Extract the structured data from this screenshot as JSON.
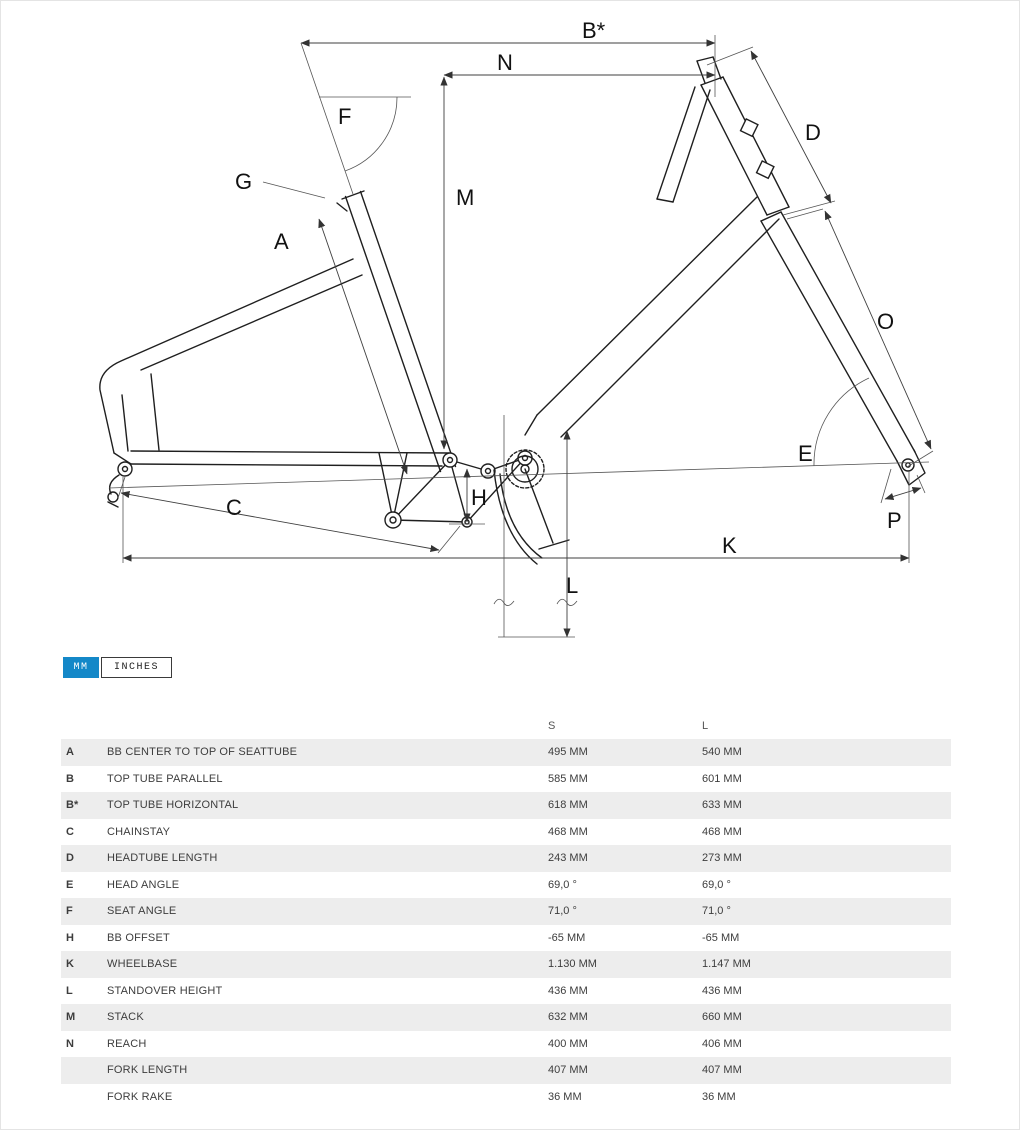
{
  "diagram": {
    "labels": {
      "A": "A",
      "B_star": "B*",
      "C": "C",
      "D": "D",
      "E": "E",
      "F": "F",
      "G": "G",
      "H": "H",
      "K": "K",
      "L": "L",
      "M": "M",
      "N": "N",
      "O": "O",
      "P": "P"
    }
  },
  "unit_toggle": {
    "mm_label": "MM",
    "inches_label": "INCHES",
    "active": "MM",
    "active_color": "#1488c8"
  },
  "table": {
    "columns": {
      "s": "S",
      "l": "L"
    },
    "rows": [
      {
        "letter": "A",
        "name": "BB CENTER TO TOP OF SEATTUBE",
        "s": "495 MM",
        "l": "540 MM"
      },
      {
        "letter": "B",
        "name": "TOP TUBE PARALLEL",
        "s": "585 MM",
        "l": "601 MM"
      },
      {
        "letter": "B*",
        "name": "TOP TUBE HORIZONTAL",
        "s": "618 MM",
        "l": "633 MM"
      },
      {
        "letter": "C",
        "name": "CHAINSTAY",
        "s": "468 MM",
        "l": "468 MM"
      },
      {
        "letter": "D",
        "name": "HEADTUBE LENGTH",
        "s": "243 MM",
        "l": "273 MM"
      },
      {
        "letter": "E",
        "name": "HEAD ANGLE",
        "s": "69,0 °",
        "l": "69,0 °"
      },
      {
        "letter": "F",
        "name": "SEAT ANGLE",
        "s": "71,0 °",
        "l": "71,0 °"
      },
      {
        "letter": "H",
        "name": "BB OFFSET",
        "s": "-65 MM",
        "l": "-65 MM"
      },
      {
        "letter": "K",
        "name": "WHEELBASE",
        "s": "1.130 MM",
        "l": "1.147 MM"
      },
      {
        "letter": "L",
        "name": "STANDOVER HEIGHT",
        "s": "436 MM",
        "l": "436 MM"
      },
      {
        "letter": "M",
        "name": "STACK",
        "s": "632 MM",
        "l": "660 MM"
      },
      {
        "letter": "N",
        "name": "REACH",
        "s": "400 MM",
        "l": "406 MM"
      },
      {
        "letter": "",
        "name": "FORK LENGTH",
        "s": "407 MM",
        "l": "407 MM"
      },
      {
        "letter": "",
        "name": "FORK RAKE",
        "s": "36 MM",
        "l": "36 MM"
      }
    ]
  }
}
